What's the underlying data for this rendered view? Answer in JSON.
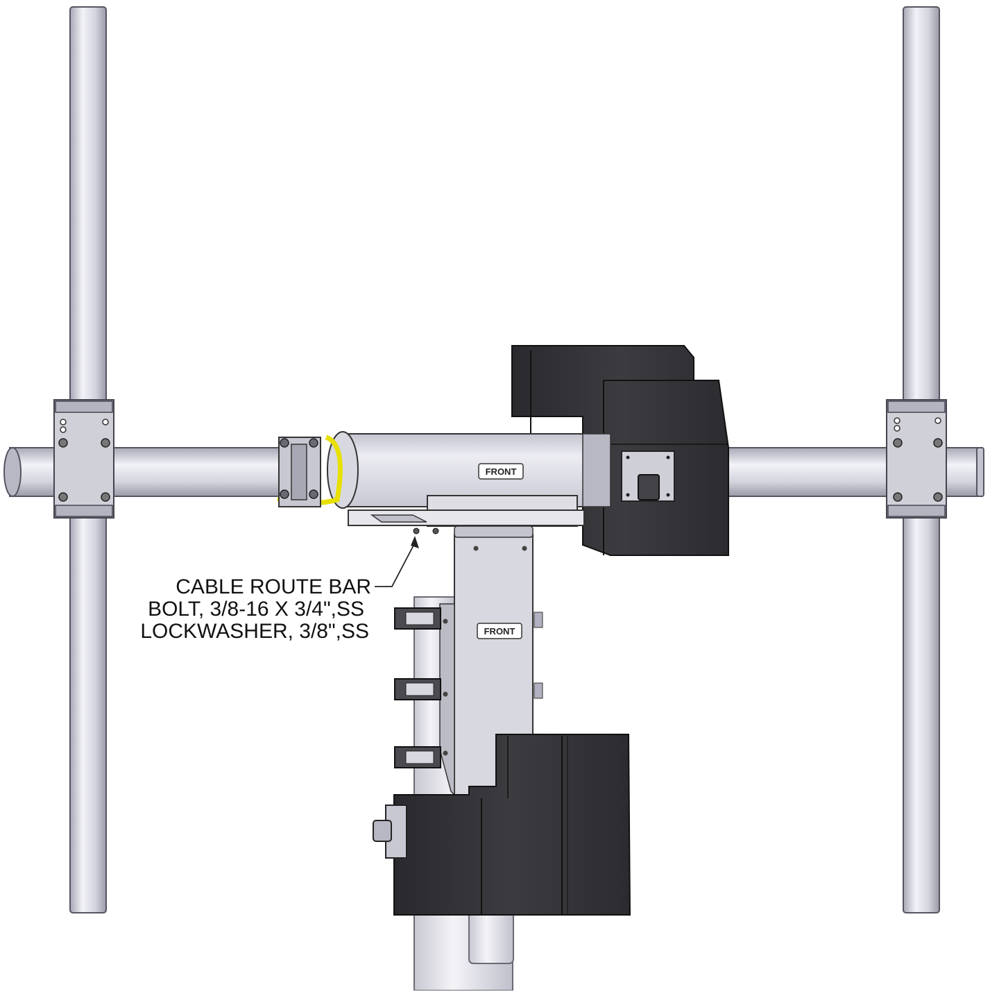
{
  "callout": {
    "lines": [
      "CABLE ROUTE BAR",
      "BOLT, 3/8-16 X 3/4\",SS",
      "LOCKWASHER, 3/8\",SS"
    ]
  },
  "labels": {
    "front_upper": "FRONT",
    "front_lower": "FRONT"
  },
  "colors": {
    "pipe": "#dcdce6",
    "pipe_dark": "#9a9aa8",
    "enclosure": "#3a3a3e",
    "enclosure_dark": "#222226",
    "highlight": "#e8e000",
    "bracket": "#d6d6dc"
  }
}
